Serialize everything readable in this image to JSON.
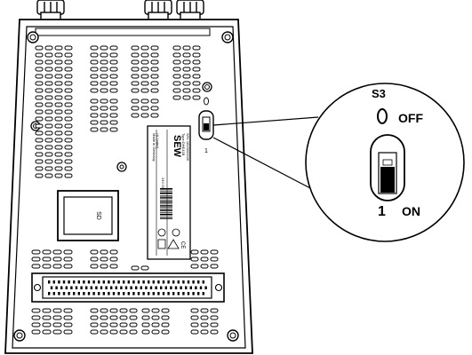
{
  "switch": {
    "name": "S3",
    "off_symbol": "O",
    "off_label": "OFF",
    "on_symbol": "1",
    "on_label": "ON"
  },
  "device": {
    "sd_label": "SD",
    "brand": "SEW",
    "nameplate_lines": [
      "Type:DHE41B",
      "S/N: 1815000026",
      "Made in Germany",
      "24V DC",
      "UL Listed"
    ],
    "ce_mark": "CE"
  },
  "colors": {
    "line": "#000000",
    "background": "#ffffff"
  }
}
